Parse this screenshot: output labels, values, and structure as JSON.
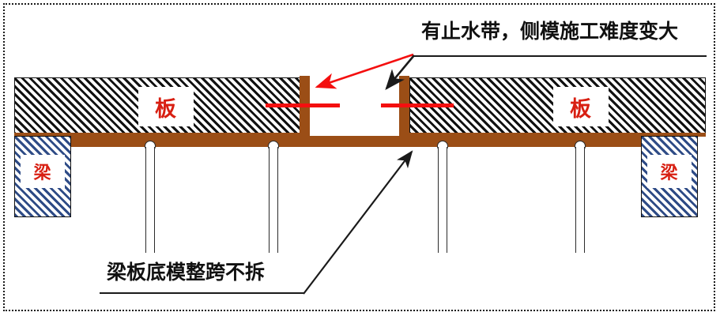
{
  "diagram": {
    "title_top": "有止水带，侧模施工难度变大",
    "title_bottom": "梁板底模整跨不拆",
    "slab_label_left": "板",
    "slab_label_right": "板",
    "beam_label_left": "梁",
    "beam_label_right": "梁",
    "colors": {
      "concrete_hatch": "#111111",
      "beam_hatch": "#2e4b86",
      "formwork_brown": "#9b4e16",
      "rebar_red": "#f40f0f",
      "label_red": "#d81f12",
      "annotation_black": "#1a1a1a",
      "border": "#1a1a1a",
      "background": "#ffffff"
    },
    "annotations": {
      "top_arrow_red": "red-arrow-to-left-side-form",
      "top_arrow_black": "black-arrow-to-right-side-form",
      "bottom_arrow_black": "black-arrow-to-soffit-formwork"
    },
    "elements": {
      "slab_left": "concrete-slab-left",
      "slab_right": "concrete-slab-right",
      "beam_left": "beam-section-left",
      "beam_right": "beam-section-right",
      "gap": "waterstop-construction-joint-gap",
      "props": "shoring-props",
      "soffit": "soffit-formwork-full-span"
    }
  }
}
